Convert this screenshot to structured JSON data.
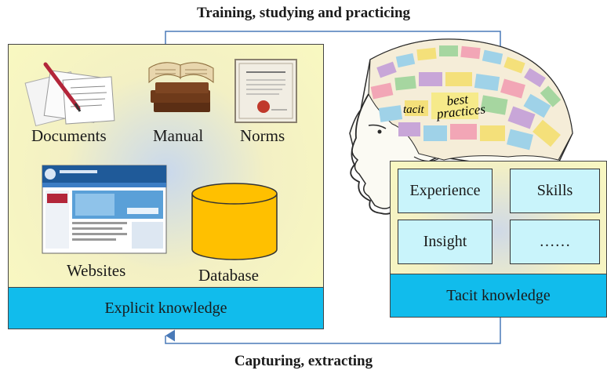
{
  "top_caption": "Training, studying and practicing",
  "bottom_caption": "Capturing, extracting",
  "explicit": {
    "footer": "Explicit knowledge",
    "items": {
      "documents": "Documents",
      "manual": "Manual",
      "norms": "Norms",
      "websites": "Websites",
      "database": "Database"
    }
  },
  "tacit": {
    "footer": "Tacit knowledge",
    "boxes": [
      "Experience",
      "Skills",
      "Insight",
      "……"
    ]
  },
  "brain_words": [
    "best practices",
    "tacit"
  ],
  "colors": {
    "panel_fill": "#fafac0",
    "footer_fill": "#11bcec",
    "tacit_box_fill": "#c9f4fb",
    "database_fill": "#ffc000",
    "arrow": "#4a7ab8"
  }
}
